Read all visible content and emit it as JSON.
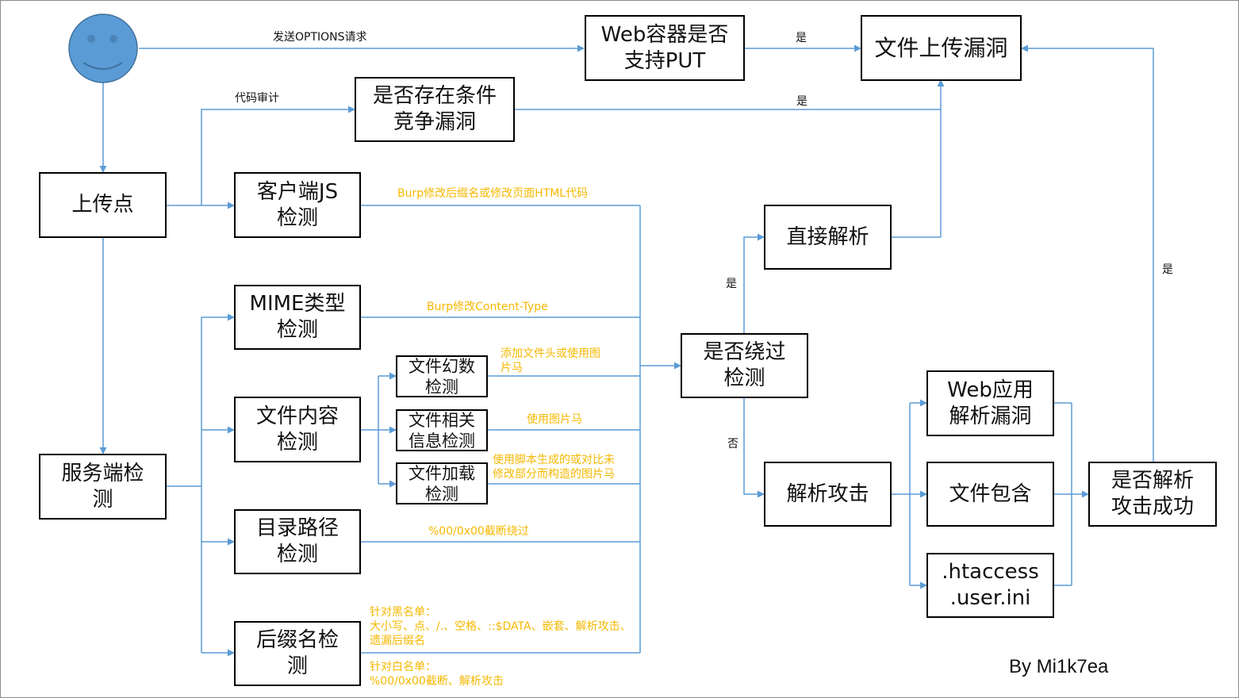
{
  "diagram": {
    "colors": {
      "connector": "#5b9bd5",
      "node_border": "#000000",
      "note_text": "#f5b800",
      "smiley_fill": "#5b9bd5",
      "smiley_stroke": "#41719c"
    },
    "start_icon": "smiley-face-icon",
    "nodes": {
      "web_put": [
        "Web容器是否",
        "支持PUT"
      ],
      "upload_vuln": [
        "文件上传漏洞"
      ],
      "race": [
        "是否存在条件",
        "竞争漏洞"
      ],
      "upload_point": [
        "上传点"
      ],
      "client_js": [
        "客户端JS",
        "检测"
      ],
      "server_check": [
        "服务端检",
        "测"
      ],
      "mime": [
        "MIME类型",
        "检测"
      ],
      "content": [
        "文件内容",
        "检测"
      ],
      "magic": [
        "文件幻数",
        "检测"
      ],
      "related_info": [
        "文件相关",
        "信息检测"
      ],
      "load": [
        "文件加载",
        "检测"
      ],
      "dir_path": [
        "目录路径",
        "检测"
      ],
      "suffix": [
        "后缀名检",
        "测"
      ],
      "bypass": [
        "是否绕过",
        "检测"
      ],
      "direct_parse": [
        "直接解析"
      ],
      "parse_attack": [
        "解析攻击"
      ],
      "web_app_parse": [
        "Web应用",
        "解析漏洞"
      ],
      "file_include": [
        "文件包含"
      ],
      "htaccess": [
        ".htaccess",
        ".user.ini"
      ],
      "parse_success": [
        "是否解析",
        "攻击成功"
      ]
    },
    "edge_labels": {
      "options": "发送OPTIONS请求",
      "code_audit": "代码审计",
      "put_yes": "是",
      "race_yes": "是",
      "bypass_yes": "是",
      "bypass_no": "否",
      "success_yes": "是"
    },
    "notes": {
      "client_js": [
        "Burp修改后缀名或修改页面HTML代码"
      ],
      "mime": [
        "Burp修改Content-Type"
      ],
      "magic": [
        "添加文件头或使用图",
        "片马"
      ],
      "related_info": [
        "使用图片马"
      ],
      "load": [
        "使用脚本生成的或对比未",
        "修改部分而构造的图片马"
      ],
      "dir_path": [
        "%00/0x00截断绕过"
      ],
      "suffix_black": [
        "针对黑名单：",
        "大小写、点、/.、空格、::$DATA、嵌套、解析攻击、",
        "遗漏后缀名"
      ],
      "suffix_white": [
        "针对白名单：",
        "%00/0x00截断、解析攻击"
      ]
    },
    "credit": "By Mi1k7ea"
  }
}
